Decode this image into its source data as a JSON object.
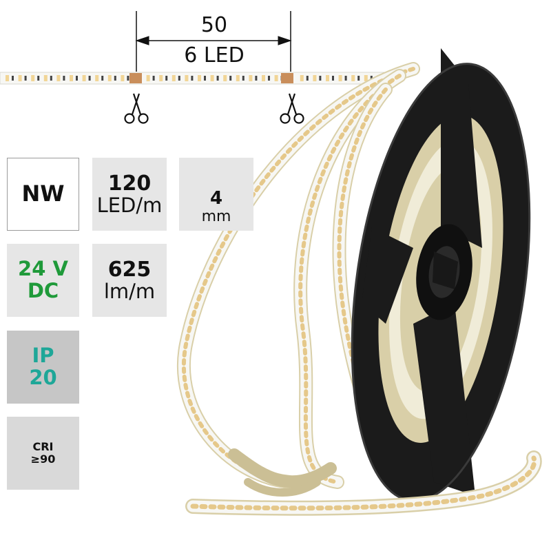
{
  "dimension": {
    "length": "50",
    "led_count": "6 LED"
  },
  "specs": {
    "color_temp": "NW",
    "led_density": {
      "value": "120",
      "unit": "LED/m"
    },
    "width": {
      "value": "4",
      "unit": "mm"
    },
    "voltage": {
      "value": "24 V",
      "type": "DC"
    },
    "luminous_flux": {
      "value": "625",
      "unit": "lm/m"
    },
    "ip_rating": {
      "label": "IP",
      "value": "20"
    },
    "cri": {
      "label": "CRI",
      "value": "≥90"
    }
  },
  "colors": {
    "voltage_green": "#1f9a3a",
    "ip_teal": "#1ea798",
    "cri_yellow": "#f3e400",
    "reel_black": "#1b1b1b",
    "strip_white": "#f7f7f4",
    "strip_backing": "#d9cfa8",
    "led_yellow": "#f1d596",
    "pad_copper": "#c98e5b"
  },
  "icons": [
    "scissors-icon",
    "scissors-icon",
    "width-indicator-icon",
    "cri-starburst-icon"
  ]
}
